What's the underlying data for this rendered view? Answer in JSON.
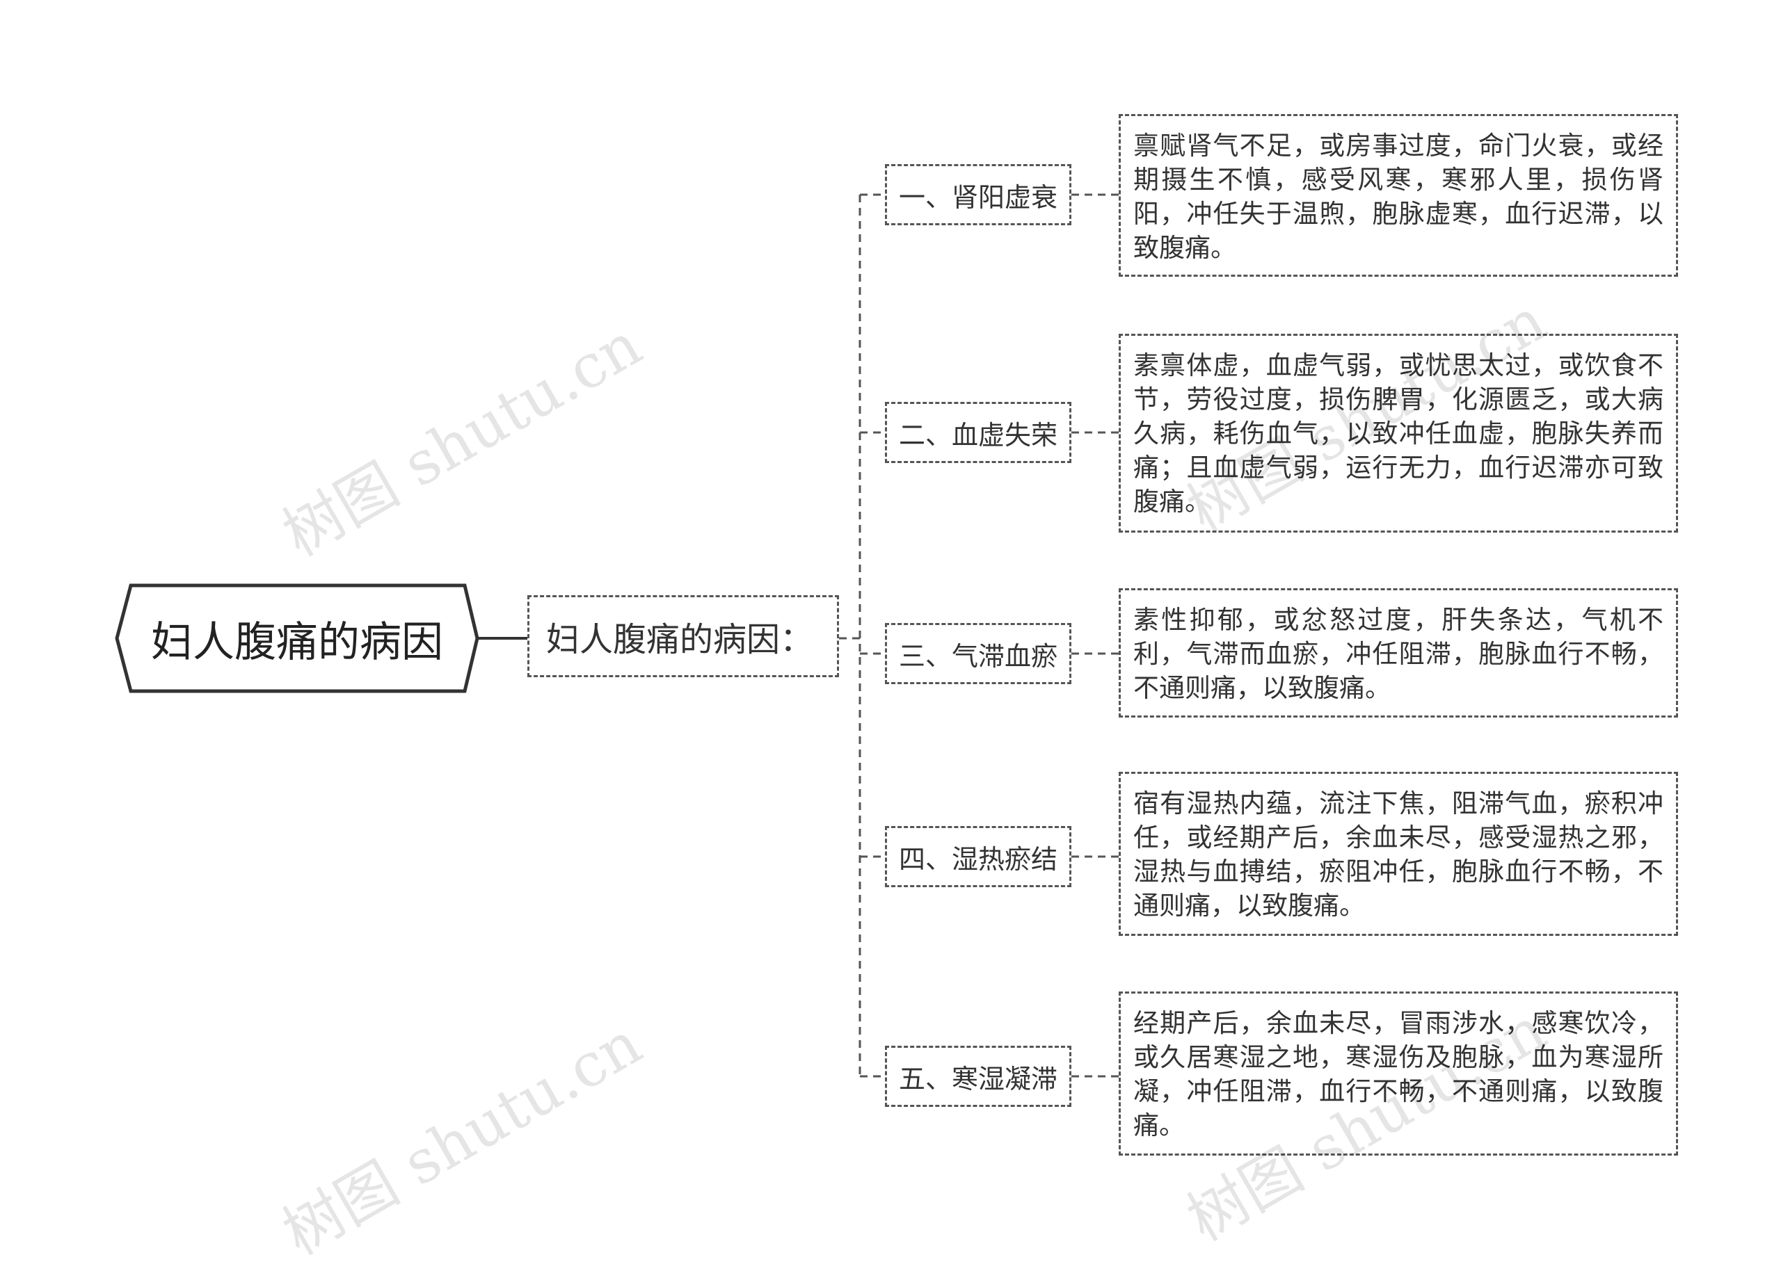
{
  "root": {
    "label": "妇人腹痛的病因"
  },
  "subtitle": {
    "label": "妇人腹痛的病因："
  },
  "causes": [
    {
      "label": "一、肾阳虚衰",
      "description": "禀赋肾气不足，或房事过度，命门火衰，或经期摄生不慎，感受风寒，寒邪人里，损伤肾阳，冲任失于温煦，胞脉虚寒，血行迟滞，以致腹痛。"
    },
    {
      "label": "二、血虚失荣",
      "description": "素禀体虚，血虚气弱，或忧思太过，或饮食不节，劳役过度，损伤脾胃，化源匮乏，或大病久病，耗伤血气，以致冲任血虚，胞脉失养而痛；且血虚气弱，运行无力，血行迟滞亦可致腹痛。"
    },
    {
      "label": "三、气滞血瘀",
      "description": "素性抑郁，或忿怒过度，肝失条达，气机不利，气滞而血瘀，冲任阻滞，胞脉血行不畅，不通则痛，以致腹痛。"
    },
    {
      "label": "四、湿热瘀结",
      "description": "宿有湿热内蕴，流注下焦，阻滞气血，瘀积冲任，或经期产后，余血未尽，感受湿热之邪，湿热与血搏结，瘀阻冲任，胞脉血行不畅，不通则痛，以致腹痛。"
    },
    {
      "label": "五、寒湿凝滞",
      "description": "经期产后，余血未尽，冒雨涉水，感寒饮冷，或久居寒湿之地，寒湿伤及胞脉，血为寒湿所凝，冲任阻滞，血行不畅，不通则痛，以致腹痛。"
    }
  ],
  "watermarks": [
    "树图 shutu.cn",
    "树图 shutu.cn",
    "树图 shutu.cn",
    "树图 shutu.cn"
  ],
  "colors": {
    "line": "#555555",
    "text": "#333333",
    "background": "#ffffff"
  }
}
